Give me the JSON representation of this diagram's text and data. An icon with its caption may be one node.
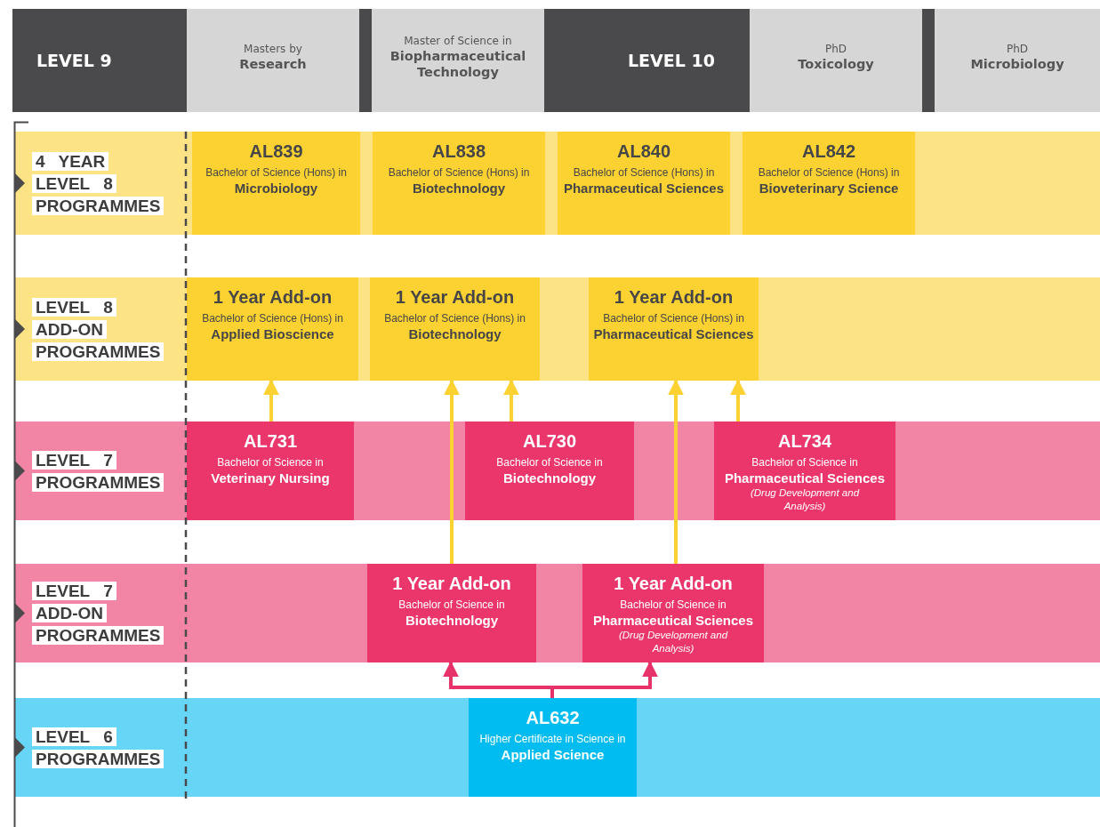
{
  "diagram": {
    "nodes": [
      {
        "text": [
          "LEVEL 9"
        ]
      },
      {
        "text": [
          "Masters by",
          "Research"
        ]
      },
      {
        "text": [
          "Master of Science in",
          "Biopharmaceutical Technology"
        ]
      },
      {
        "text": [
          "LEVEL 10"
        ]
      },
      {
        "text": [
          "PhD",
          "Toxicology"
        ]
      },
      {
        "text": [
          "PhD",
          "Microbiology"
        ]
      },
      {
        "text": [
          "4 YEAR LEVEL 8 PROGRAMMES"
        ]
      },
      {
        "text": [
          "AL839",
          "Bachelor of Science (Hons) in",
          "Microbiology"
        ],
        "in": 6
      },
      {
        "text": [
          "AL838",
          "Bachelor of Science (Hons) in",
          "Biotechnology"
        ],
        "in": 6
      },
      {
        "text": [
          "AL840",
          "Bachelor of Science (Hons) in",
          "Pharmaceutical Sciences"
        ],
        "in": 6
      },
      {
        "text": [
          "AL842",
          "Bachelor of Science (Hons) in",
          "Bioveterinary Science"
        ],
        "in": 6
      },
      {
        "text": [
          "LEVEL 8 ADD-ON PROGRAMMES"
        ]
      },
      {
        "text": [
          "1 Year Add-on",
          "Bachelor of Science (Hons) in",
          "Applied Bioscience"
        ],
        "in": 11
      },
      {
        "text": [
          "1 Year Add-on",
          "Bachelor of Science (Hons) in",
          "Biotechnology"
        ],
        "in": 11
      },
      {
        "text": [
          "1 Year Add-on",
          "Bachelor of Science (Hons) in",
          "Pharmaceutical Sciences"
        ],
        "in": 11
      },
      {
        "text": [
          "LEVEL 7 PROGRAMMES"
        ]
      },
      {
        "text": [
          "AL731",
          "Bachelor of Science in",
          "Veterinary Nursing"
        ],
        "in": 15
      },
      {
        "text": [
          "AL730",
          "Bachelor of Science in",
          "Biotechnology"
        ],
        "in": 15
      },
      {
        "text": [
          "AL734",
          "Bachelor of Science in",
          "Pharmaceutical Sciences",
          "(Drug Development and Analysis)"
        ],
        "in": 15
      },
      {
        "text": [
          "LEVEL 7 ADD-ON PROGRAMMES"
        ]
      },
      {
        "text": [
          "1 Year Add-on",
          "Bachelor of Science in",
          "Biotechnology"
        ],
        "in": 19
      },
      {
        "text": [
          "1 Year Add-on",
          "Bachelor of Science in",
          "Pharmaceutical Sciences",
          "(Drug Development and Analysis)"
        ],
        "in": 19
      },
      {
        "text": [
          "LEVEL 6 PROGRAMMES"
        ]
      },
      {
        "text": [
          "AL632",
          "Higher Certificate in Science in",
          "Applied Science"
        ],
        "in": 22
      }
    ],
    "edges": [
      {
        "from": 16,
        "to": 12,
        "arrow": "to"
      },
      {
        "from": 20,
        "to": 13,
        "arrow": "to"
      },
      {
        "from": 17,
        "to": 13,
        "arrow": "to"
      },
      {
        "from": 21,
        "to": 14,
        "arrow": "to"
      },
      {
        "from": 18,
        "to": 14,
        "arrow": "to"
      },
      {
        "from": 23,
        "to": 20,
        "arrow": "to",
        "color": "#e8336a"
      },
      {
        "from": 23,
        "to": 21,
        "arrow": "to",
        "color": "#e8336a"
      }
    ]
  }
}
